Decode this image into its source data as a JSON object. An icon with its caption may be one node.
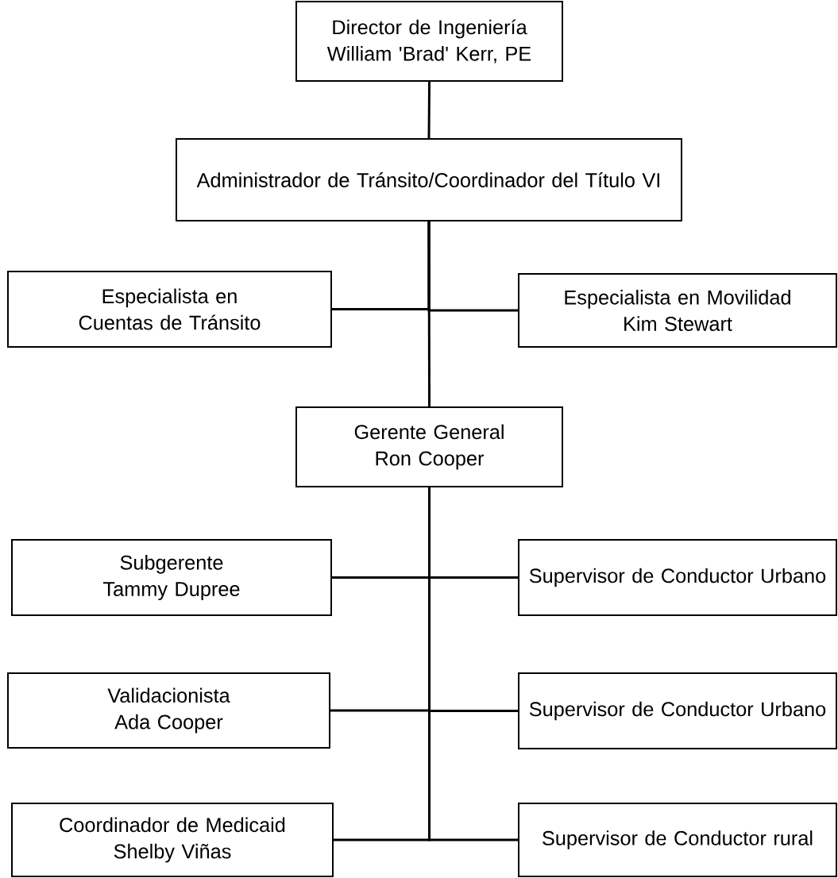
{
  "diagram": {
    "nodes": [
      {
        "text": [
          "Director de Ingeniería",
          "William 'Brad' Kerr, PE"
        ]
      },
      {
        "text": [
          "Administrador de Tránsito/Coordinador del Título VI"
        ]
      },
      {
        "text": [
          "Especialista en Cuentas de Tránsito"
        ]
      },
      {
        "text": [
          "Especialista en Movilidad",
          "Kim Stewart"
        ]
      },
      {
        "text": [
          "Gerente General",
          "Ron Cooper"
        ]
      },
      {
        "text": [
          "Subgerente",
          "Tammy Dupree"
        ]
      },
      {
        "text": [
          "Supervisor de Conductor Urbano"
        ]
      },
      {
        "text": [
          "Validacionista",
          "Ada Cooper"
        ]
      },
      {
        "text": [
          "Supervisor de Conductor Urbano"
        ]
      },
      {
        "text": [
          "Coordinador de Medicaid",
          "Shelby Viñas"
        ]
      },
      {
        "text": [
          "Supervisor de Conductor rural"
        ]
      }
    ],
    "edges": [
      {
        "from": 0,
        "to": 1,
        "arrow": "none"
      },
      {
        "from": 1,
        "to": 4,
        "arrow": "none"
      },
      {
        "from": 1,
        "to": 2,
        "arrow": "none"
      },
      {
        "from": 1,
        "to": 3,
        "arrow": "none"
      },
      {
        "from": 4,
        "to": 5,
        "arrow": "none"
      },
      {
        "from": 4,
        "to": 6,
        "arrow": "none"
      },
      {
        "from": 4,
        "to": 7,
        "arrow": "none"
      },
      {
        "from": 4,
        "to": 8,
        "arrow": "none"
      },
      {
        "from": 4,
        "to": 9,
        "arrow": "none"
      },
      {
        "from": 4,
        "to": 10,
        "arrow": "none"
      }
    ]
  }
}
